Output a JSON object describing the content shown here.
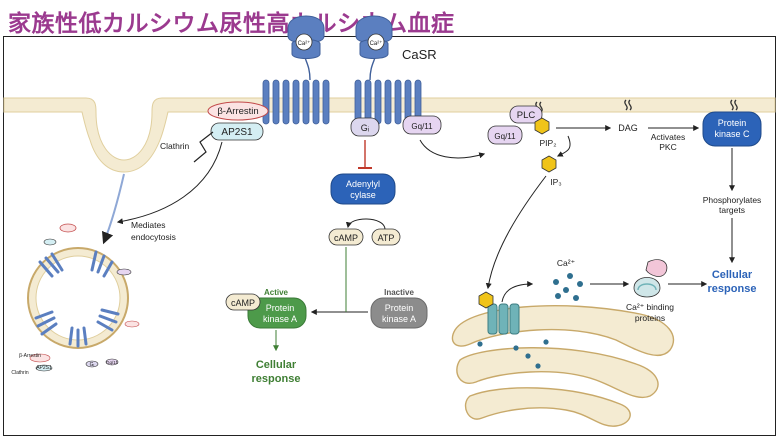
{
  "title": "家族性低カルシウム尿性高カルシウム血症",
  "labels": {
    "casr": "CaSR",
    "ca2": "Ca²⁺",
    "beta_arrestin": "β-Arrestin",
    "ap2s1": "AP2S1",
    "clathrin": "Clathrin",
    "gi": "Gᵢ",
    "gq11": "Gq/11",
    "plc": "PLC",
    "pip2": "PIP₂",
    "dag": "DAG",
    "activates_pkc_1": "Activates",
    "activates_pkc_2": "PKC",
    "pkc_1": "Protein",
    "pkc_2": "kinase C",
    "ip3": "IP₃",
    "mediates_1": "Mediates",
    "mediates_2": "endocytosis",
    "adenylyl_1": "Adenylyl",
    "adenylyl_2": "cylase",
    "camp": "cAMP",
    "atp": "ATP",
    "active": "Active",
    "inactive": "Inactive",
    "pka_1": "Protein",
    "pka_2": "kinase A",
    "phospho_1": "Phosphorylates",
    "phospho_2": "targets",
    "cell_resp_1": "Cellular",
    "cell_resp_2": "response",
    "ca_binding_1": "Ca²⁺ binding",
    "ca_binding_2": "proteins"
  },
  "colors": {
    "title": "#9b3a8f",
    "membrane": "#f4ebd2",
    "receptor": "#5b7fc0",
    "blue_node": "#2c63b8",
    "green_node": "#4d9a4a",
    "gray_node": "#8c8c8c",
    "response_green": "#3f7f34",
    "response_blue": "#2c63b8",
    "inhibit": "#c0392b"
  }
}
